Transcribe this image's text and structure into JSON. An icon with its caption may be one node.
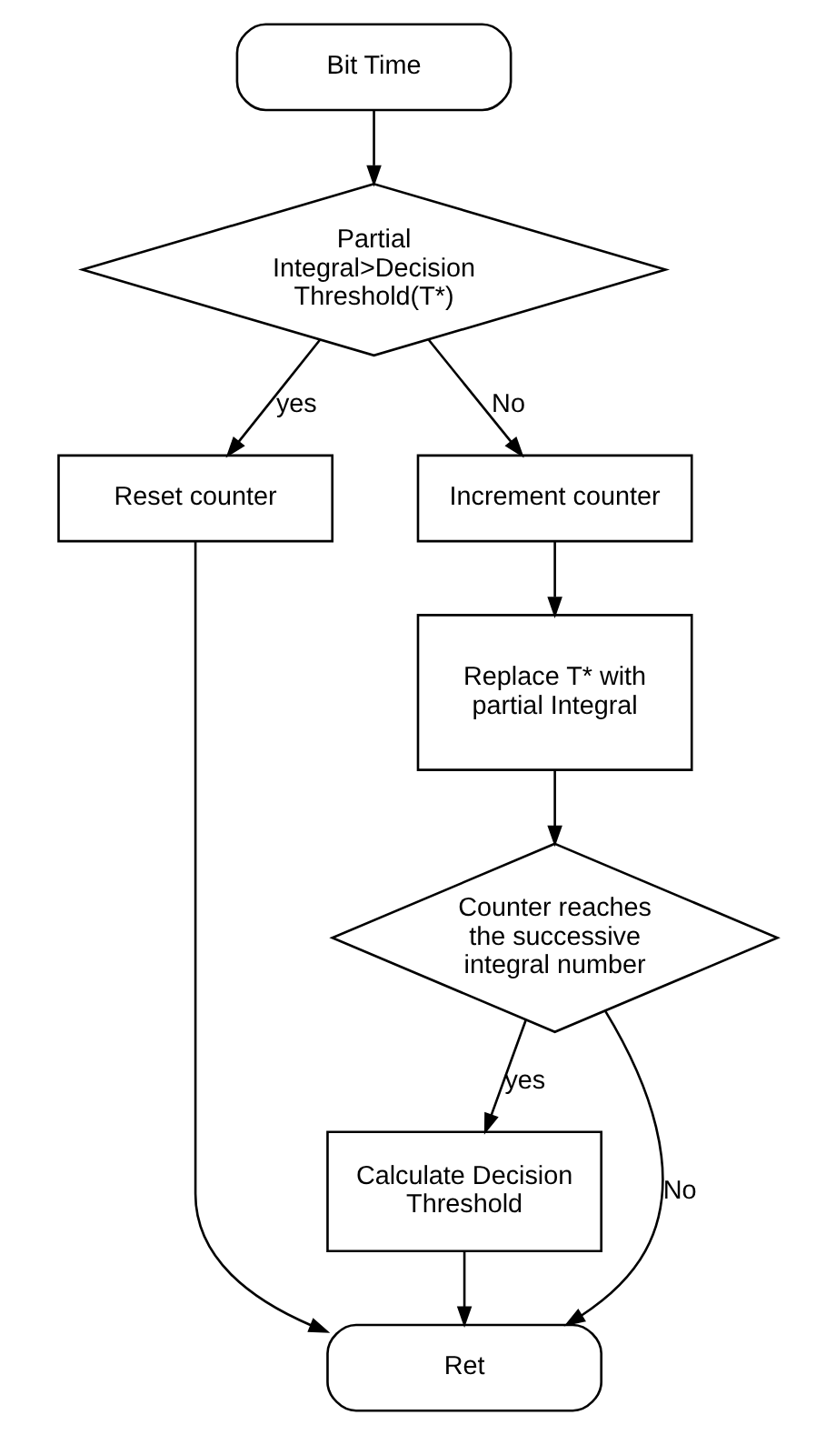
{
  "diagram": {
    "nodes": [
      {
        "text": [
          "Bit Time"
        ]
      },
      {
        "text": [
          "Partial Integral>Decision Threshold(T*)"
        ]
      },
      {
        "text": [
          "Reset counter"
        ]
      },
      {
        "text": [
          "Increment counter"
        ]
      },
      {
        "text": [
          "Replace T* with partial Integral"
        ]
      },
      {
        "text": [
          "Counter reaches the successive integral number"
        ]
      },
      {
        "text": [
          "Calculate Decision Threshold"
        ]
      },
      {
        "text": [
          "Ret"
        ]
      }
    ],
    "edges": [
      {
        "from": 0,
        "to": 1,
        "arrow": "to"
      },
      {
        "from": 1,
        "to": 3,
        "arrow": "to",
        "label": "No"
      },
      {
        "from": 1,
        "to": 2,
        "arrow": "to",
        "label": "yes"
      },
      {
        "from": 3,
        "to": 4,
        "arrow": "to"
      },
      {
        "from": 4,
        "to": 5,
        "arrow": "to"
      },
      {
        "from": 5,
        "to": 7,
        "arrow": "to",
        "label": "No"
      },
      {
        "from": 5,
        "to": 6,
        "arrow": "to",
        "label": "yes"
      },
      {
        "from": 2,
        "to": 7,
        "arrow": "to"
      },
      {
        "from": 6,
        "to": 7,
        "arrow": "to"
      }
    ]
  }
}
